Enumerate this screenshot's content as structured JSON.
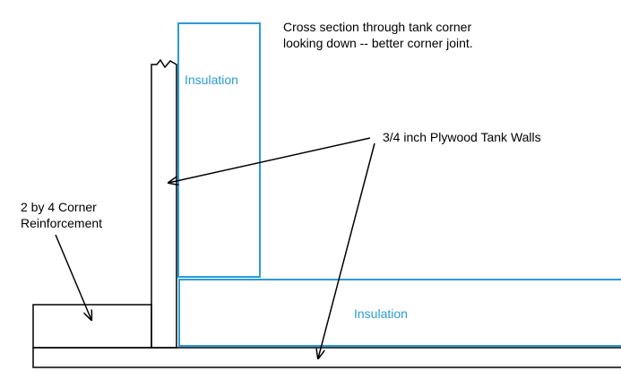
{
  "title_line1": "Cross section through tank corner",
  "title_line2": "looking down -- better corner joint.",
  "insulation_vertical_label": "Insulation",
  "insulation_horizontal_label": "Insulation",
  "plywood_label": "3/4 inch Plywood Tank Walls",
  "reinforcement_label_line1": "2 by 4 Corner",
  "reinforcement_label_line2": "Reinforcement",
  "colors": {
    "line": "#000000",
    "insulation": "#2a9bd8",
    "background": "#ffffff"
  }
}
